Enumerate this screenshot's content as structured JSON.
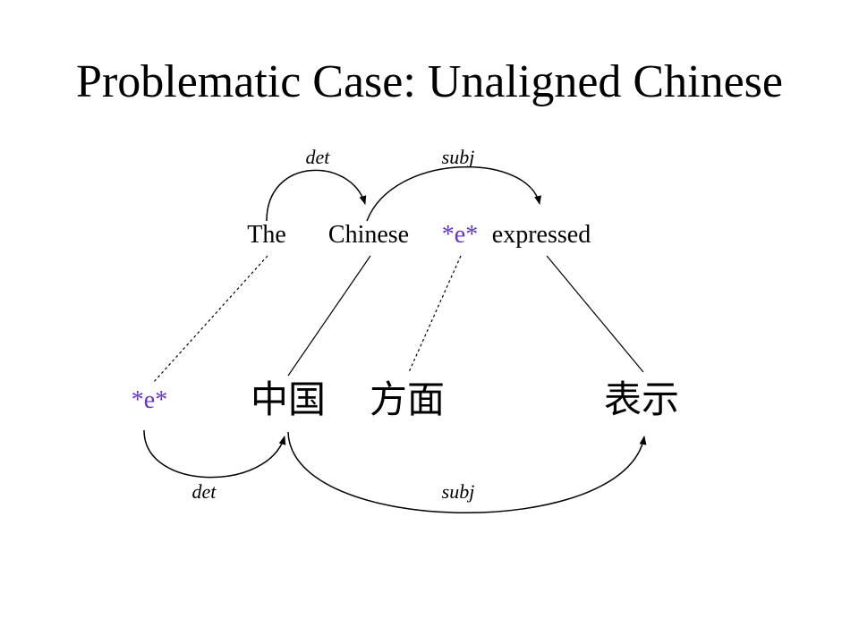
{
  "title": "Problematic Case: Unaligned Chinese",
  "english": {
    "w0": "The",
    "w1": "Chinese",
    "w2": "*e*",
    "w3": "expressed"
  },
  "english_arcs": {
    "det": "det",
    "subj": "subj"
  },
  "chinese": {
    "w0": "*e*",
    "w1": "中国",
    "w2": "方面",
    "w3": "表示"
  },
  "chinese_arcs": {
    "det": "det",
    "subj": "subj"
  },
  "colors": {
    "text": "#000000",
    "empty_token": "#6633cc"
  }
}
